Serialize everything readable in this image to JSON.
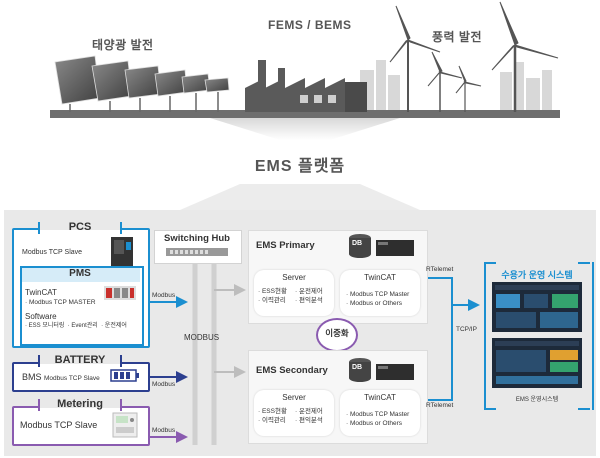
{
  "top": {
    "solar_label": "태양광 발전",
    "fems_label": "FEMS / BEMS",
    "wind_label": "풍력 발전"
  },
  "platform_title": "EMS 플랫폼",
  "pcs": {
    "title": "PCS",
    "protocol": "Modbus TCP Slave",
    "pms": {
      "title": "PMS",
      "twincat_label": "TwinCAT",
      "twincat_detail": "· Modbus TCP MASTER",
      "software_label": "Software",
      "software_detail": "· ESS 모니터링  · Event관리  · 운전제어"
    }
  },
  "battery": {
    "title": "BATTERY",
    "bms": "BMS",
    "protocol": "Modbus TCP Slave"
  },
  "metering": {
    "title": "Metering",
    "protocol": "Modbus TCP Slave"
  },
  "hub": {
    "title": "Switching Hub",
    "bus_label": "MODBUS"
  },
  "edges": {
    "modbus_1": "Modbus",
    "modbus_2": "Modbus",
    "modbus_3": "Modbus",
    "rtelemet_1": "RTelemet",
    "rtelemet_2": "RTelemet",
    "tcpip": "TCP/IP"
  },
  "ems_primary": {
    "title": "EMS Primary",
    "db": "DB",
    "server_title": "Server",
    "server_items": [
      "· ESS현황",
      "· 운전제어",
      "· 이력관리",
      "· 편익분석"
    ],
    "twincat_title": "TwinCAT",
    "twincat_items": [
      "· Modbus TCP Master",
      "· Modbus or Others"
    ]
  },
  "redundancy": "이중화",
  "ems_secondary": {
    "title": "EMS Secondary",
    "db": "DB",
    "server_title": "Server",
    "server_items": [
      "· ESS현황",
      "· 운전제어",
      "· 이력관리",
      "· 편익분석"
    ],
    "twincat_title": "TwinCAT",
    "twincat_items": [
      "· Modbus TCP Master",
      "· Modbus or Others"
    ]
  },
  "demand": {
    "title": "수용가 운영 시스템",
    "caption": "EMS 운영시스템"
  },
  "colors": {
    "pcs_blue": "#1b8fd0",
    "battery_navy": "#2c3f8f",
    "metering_purple": "#8a5bb0",
    "demand_blue": "#1b8fd0"
  }
}
